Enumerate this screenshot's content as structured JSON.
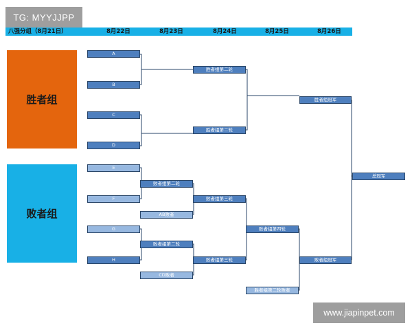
{
  "watermarks": {
    "top": "TG: MYYJJPP",
    "bottom": "www.jiapinpet.com"
  },
  "header": {
    "first": "八强分组（8月21日）",
    "dates": [
      "8月22日",
      "8月23日",
      "8月24日",
      "8月25日",
      "8月26日"
    ]
  },
  "groups": {
    "winners": "胜者组",
    "losers": "败者组"
  },
  "bracket": {
    "teams": [
      "A",
      "B",
      "C",
      "D",
      "E",
      "F",
      "G",
      "H"
    ],
    "winners_round2_top": "胜者组第二轮",
    "winners_round2_bottom": "胜者组第二轮",
    "winners_final": "胜者组冠军",
    "champion": "总冠军",
    "losers_round2_top": "败者组第二轮",
    "losers_round2_bottom": "败者组第二轮",
    "ab_loser": "AB败者",
    "cd_loser": "CD败者",
    "losers_round3_top": "败者组第三轮",
    "losers_round3_bottom": "败者组第三轮",
    "losers_round4": "败者组第四轮",
    "winners_round2_loser": "胜者组第二轮败者",
    "losers_final": "败者组冠军"
  },
  "colors": {
    "header_bar": "#18b0e6",
    "winners_group": "#e4650d",
    "losers_group": "#18b0e6",
    "slot_dark": "#4e7fbe",
    "slot_light": "#97b8e0",
    "connector": "#2a4668"
  }
}
